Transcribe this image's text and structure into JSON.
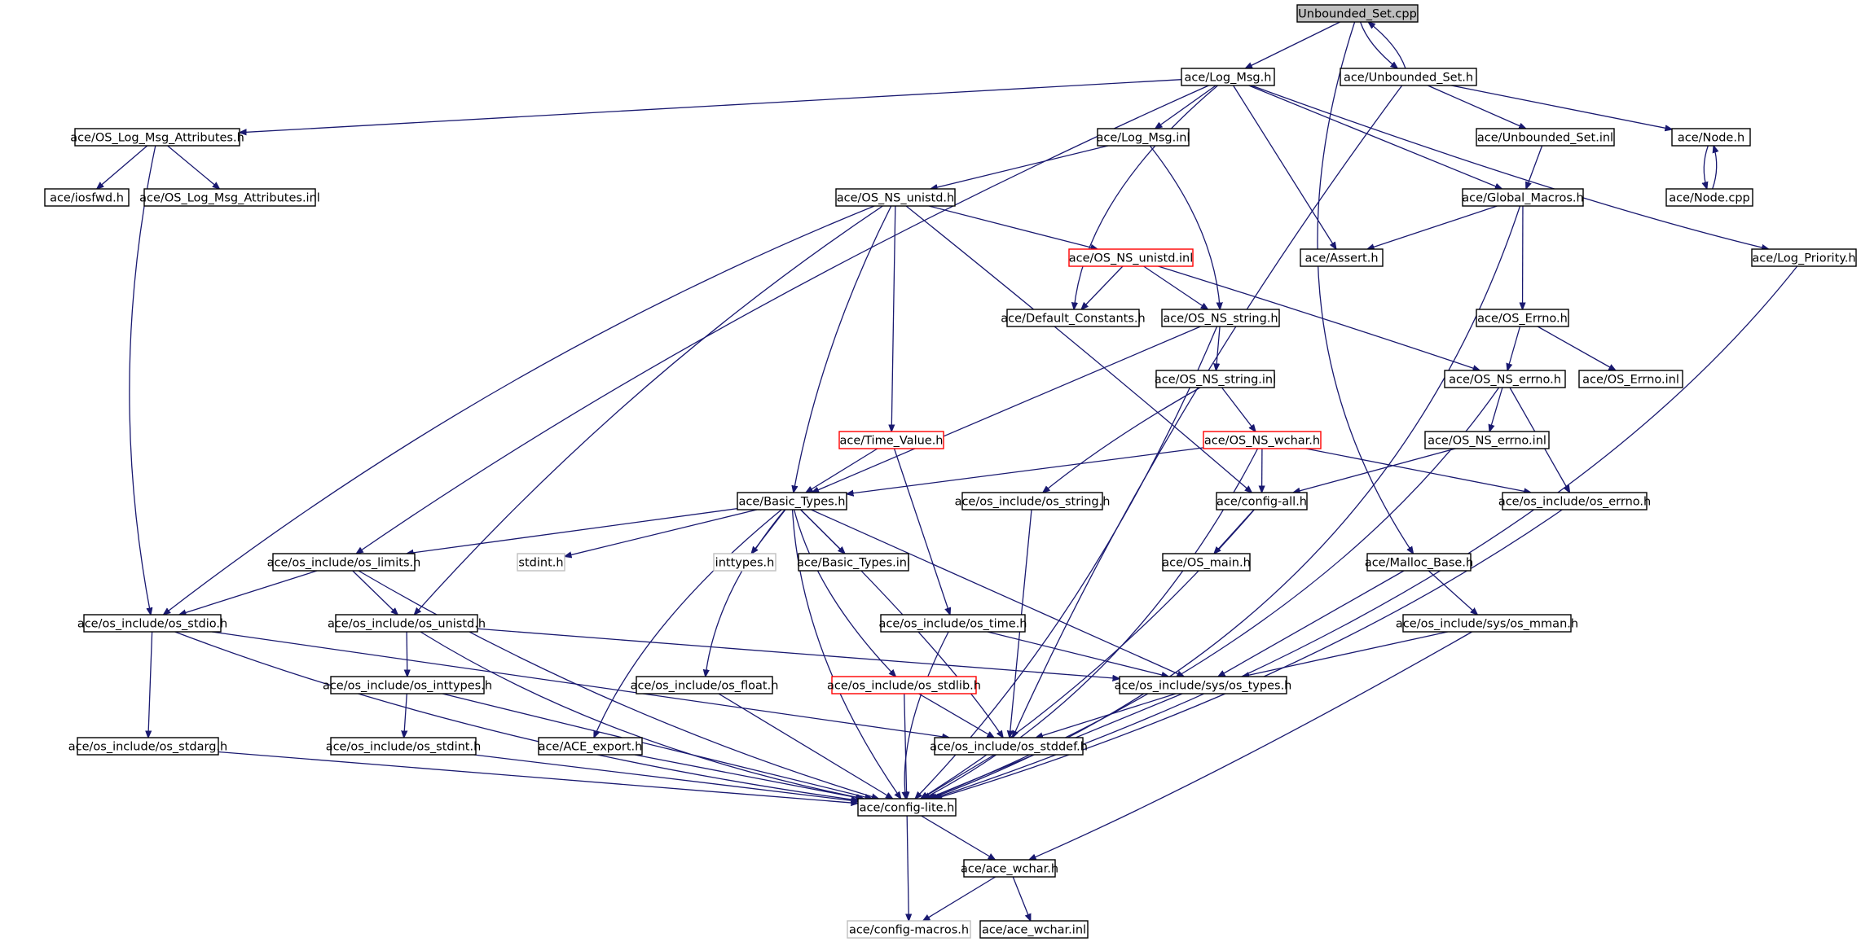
{
  "colors": {
    "edge": "#191970",
    "missing": "#bfbfbf",
    "truncated": "#ff0000",
    "root_fill": "#bfbfbf"
  },
  "nodes": [
    {
      "id": "n0",
      "label": "Unbounded_Set.cpp",
      "style": "root"
    },
    {
      "id": "n1",
      "label": "ace/Log_Msg.h",
      "style": "normal"
    },
    {
      "id": "n2",
      "label": "ace/Unbounded_Set.h",
      "style": "normal"
    },
    {
      "id": "n3",
      "label": "ace/OS_Log_Msg_Attributes.h",
      "style": "normal"
    },
    {
      "id": "n4",
      "label": "ace/Log_Msg.inl",
      "style": "normal"
    },
    {
      "id": "n5",
      "label": "ace/Unbounded_Set.inl",
      "style": "normal"
    },
    {
      "id": "n6",
      "label": "ace/Node.h",
      "style": "normal"
    },
    {
      "id": "n7",
      "label": "ace/iosfwd.h",
      "style": "normal"
    },
    {
      "id": "n8",
      "label": "ace/OS_Log_Msg_Attributes.inl",
      "style": "normal"
    },
    {
      "id": "n9",
      "label": "ace/OS_NS_unistd.h",
      "style": "normal"
    },
    {
      "id": "n10",
      "label": "ace/Global_Macros.h",
      "style": "normal"
    },
    {
      "id": "n11",
      "label": "ace/Node.cpp",
      "style": "normal"
    },
    {
      "id": "n12",
      "label": "ace/OS_NS_unistd.inl",
      "style": "red"
    },
    {
      "id": "n13",
      "label": "ace/Assert.h",
      "style": "normal"
    },
    {
      "id": "n14",
      "label": "ace/Log_Priority.h",
      "style": "normal"
    },
    {
      "id": "n15",
      "label": "ace/Default_Constants.h",
      "style": "normal"
    },
    {
      "id": "n16",
      "label": "ace/OS_NS_string.h",
      "style": "normal"
    },
    {
      "id": "n17",
      "label": "ace/OS_Errno.h",
      "style": "normal"
    },
    {
      "id": "n18",
      "label": "ace/OS_NS_string.inl",
      "style": "normal"
    },
    {
      "id": "n19",
      "label": "ace/OS_NS_errno.h",
      "style": "normal"
    },
    {
      "id": "n20",
      "label": "ace/OS_Errno.inl",
      "style": "normal"
    },
    {
      "id": "n21",
      "label": "ace/Time_Value.h",
      "style": "red"
    },
    {
      "id": "n22",
      "label": "ace/OS_NS_wchar.h",
      "style": "red"
    },
    {
      "id": "n23",
      "label": "ace/OS_NS_errno.inl",
      "style": "normal"
    },
    {
      "id": "n24",
      "label": "ace/Basic_Types.h",
      "style": "normal"
    },
    {
      "id": "n25",
      "label": "ace/os_include/os_string.h",
      "style": "normal"
    },
    {
      "id": "n26",
      "label": "ace/config-all.h",
      "style": "normal"
    },
    {
      "id": "n27",
      "label": "ace/os_include/os_errno.h",
      "style": "normal"
    },
    {
      "id": "n28",
      "label": "ace/os_include/os_limits.h",
      "style": "normal"
    },
    {
      "id": "n29",
      "label": "stdint.h",
      "style": "gray"
    },
    {
      "id": "n30",
      "label": "inttypes.h",
      "style": "gray"
    },
    {
      "id": "n31",
      "label": "ace/Basic_Types.inl",
      "style": "normal"
    },
    {
      "id": "n32",
      "label": "ace/OS_main.h",
      "style": "normal"
    },
    {
      "id": "n33",
      "label": "ace/Malloc_Base.h",
      "style": "normal"
    },
    {
      "id": "n34",
      "label": "ace/os_include/os_stdio.h",
      "style": "normal"
    },
    {
      "id": "n35",
      "label": "ace/os_include/os_unistd.h",
      "style": "normal"
    },
    {
      "id": "n36",
      "label": "ace/os_include/os_time.h",
      "style": "normal"
    },
    {
      "id": "n37",
      "label": "ace/os_include/sys/os_mman.h",
      "style": "normal"
    },
    {
      "id": "n38",
      "label": "ace/os_include/os_inttypes.h",
      "style": "normal"
    },
    {
      "id": "n39",
      "label": "ace/os_include/os_float.h",
      "style": "normal"
    },
    {
      "id": "n40",
      "label": "ace/os_include/os_stdlib.h",
      "style": "red"
    },
    {
      "id": "n41",
      "label": "ace/os_include/sys/os_types.h",
      "style": "normal"
    },
    {
      "id": "n42",
      "label": "ace/os_include/os_stdarg.h",
      "style": "normal"
    },
    {
      "id": "n43",
      "label": "ace/os_include/os_stdint.h",
      "style": "normal"
    },
    {
      "id": "n44",
      "label": "ace/ACE_export.h",
      "style": "normal"
    },
    {
      "id": "n45",
      "label": "ace/os_include/os_stddef.h",
      "style": "normal"
    },
    {
      "id": "n46",
      "label": "ace/config-lite.h",
      "style": "normal"
    },
    {
      "id": "n47",
      "label": "ace/ace_wchar.h",
      "style": "normal"
    },
    {
      "id": "n48",
      "label": "ace/config-macros.h",
      "style": "gray"
    },
    {
      "id": "n49",
      "label": "ace/ace_wchar.inl",
      "style": "normal"
    }
  ],
  "edges": [
    [
      "n0",
      "n1"
    ],
    [
      "n0",
      "n2"
    ],
    [
      "n0",
      "n33"
    ],
    [
      "n2",
      "n0"
    ],
    [
      "n1",
      "n3"
    ],
    [
      "n1",
      "n4"
    ],
    [
      "n1",
      "n10"
    ],
    [
      "n1",
      "n13"
    ],
    [
      "n1",
      "n14"
    ],
    [
      "n1",
      "n15"
    ],
    [
      "n1",
      "n28"
    ],
    [
      "n2",
      "n5"
    ],
    [
      "n2",
      "n6"
    ],
    [
      "n2",
      "n45"
    ],
    [
      "n3",
      "n7"
    ],
    [
      "n3",
      "n8"
    ],
    [
      "n3",
      "n34"
    ],
    [
      "n4",
      "n9"
    ],
    [
      "n4",
      "n16"
    ],
    [
      "n5",
      "n10"
    ],
    [
      "n6",
      "n11"
    ],
    [
      "n11",
      "n6"
    ],
    [
      "n9",
      "n12"
    ],
    [
      "n9",
      "n21"
    ],
    [
      "n9",
      "n24"
    ],
    [
      "n9",
      "n26"
    ],
    [
      "n9",
      "n34"
    ],
    [
      "n9",
      "n35"
    ],
    [
      "n10",
      "n13"
    ],
    [
      "n10",
      "n17"
    ],
    [
      "n10",
      "n46"
    ],
    [
      "n12",
      "n15"
    ],
    [
      "n12",
      "n16"
    ],
    [
      "n12",
      "n19"
    ],
    [
      "n14",
      "n46"
    ],
    [
      "n16",
      "n18"
    ],
    [
      "n16",
      "n24"
    ],
    [
      "n16",
      "n46"
    ],
    [
      "n17",
      "n19"
    ],
    [
      "n17",
      "n20"
    ],
    [
      "n18",
      "n22"
    ],
    [
      "n18",
      "n25"
    ],
    [
      "n19",
      "n23"
    ],
    [
      "n19",
      "n27"
    ],
    [
      "n19",
      "n46"
    ],
    [
      "n21",
      "n24"
    ],
    [
      "n21",
      "n36"
    ],
    [
      "n22",
      "n24"
    ],
    [
      "n22",
      "n26"
    ],
    [
      "n22",
      "n27"
    ],
    [
      "n22",
      "n46"
    ],
    [
      "n23",
      "n26"
    ],
    [
      "n24",
      "n28"
    ],
    [
      "n24",
      "n29"
    ],
    [
      "n24",
      "n30"
    ],
    [
      "n24",
      "n31"
    ],
    [
      "n24",
      "n39"
    ],
    [
      "n24",
      "n40"
    ],
    [
      "n24",
      "n41"
    ],
    [
      "n24",
      "n44"
    ],
    [
      "n24",
      "n45"
    ],
    [
      "n24",
      "n46"
    ],
    [
      "n25",
      "n45"
    ],
    [
      "n26",
      "n32"
    ],
    [
      "n26",
      "n46"
    ],
    [
      "n27",
      "n46"
    ],
    [
      "n28",
      "n34"
    ],
    [
      "n28",
      "n35"
    ],
    [
      "n28",
      "n46"
    ],
    [
      "n33",
      "n37"
    ],
    [
      "n33",
      "n41"
    ],
    [
      "n34",
      "n42"
    ],
    [
      "n34",
      "n45"
    ],
    [
      "n34",
      "n46"
    ],
    [
      "n35",
      "n38"
    ],
    [
      "n35",
      "n41"
    ],
    [
      "n35",
      "n46"
    ],
    [
      "n36",
      "n41"
    ],
    [
      "n36",
      "n46"
    ],
    [
      "n37",
      "n41"
    ],
    [
      "n37",
      "n47"
    ],
    [
      "n38",
      "n43"
    ],
    [
      "n38",
      "n46"
    ],
    [
      "n39",
      "n46"
    ],
    [
      "n40",
      "n45"
    ],
    [
      "n40",
      "n46"
    ],
    [
      "n41",
      "n45"
    ],
    [
      "n41",
      "n46"
    ],
    [
      "n42",
      "n46"
    ],
    [
      "n43",
      "n46"
    ],
    [
      "n44",
      "n46"
    ],
    [
      "n45",
      "n46"
    ],
    [
      "n46",
      "n47"
    ],
    [
      "n46",
      "n48"
    ],
    [
      "n47",
      "n48"
    ],
    [
      "n47",
      "n49"
    ]
  ]
}
